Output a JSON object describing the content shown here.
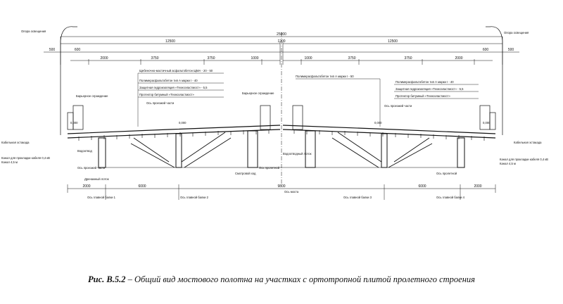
{
  "caption": {
    "number": "Рис. В.5.2",
    "text": " – Общий вид мостового полотна на участках с ортотропной плитой пролетного строения"
  },
  "dimensions": {
    "overall": "25000",
    "half_left": "12500",
    "half_right": "12500",
    "median": "1200",
    "left_edge": "500",
    "right_edge": "500",
    "left_sub": "600",
    "right_sub": "600",
    "left_chain": [
      "2000",
      "3750",
      "3750",
      "1000"
    ],
    "right_chain": [
      "1000",
      "3750",
      "3750",
      "2000"
    ],
    "bottom_chain": [
      "2000",
      "6000",
      "9800",
      "6000",
      "2000"
    ]
  },
  "labels": {
    "lighting_left": "Опора освещения",
    "lighting_right": "Опора освещения",
    "barrier_left": "Барьерное ограждение",
    "barrier_center": "Барьерное ограждение",
    "layer1": "Щебеночно-мастичный асфальтобетон ЩМА - 20 - 50",
    "layer2": "Полимерасфальтобетон тип А марки I - 40",
    "layer3": "Защитная гидроизоляция «Техноэластмост» - 5,5",
    "layer4": "Протектор битумный «Техноэластмост»",
    "layer1_right": "Полимерасфальтобетон тип А марки I - 50",
    "layer2_right": "Полимерасфальтобетон тип А марки I - 40",
    "layer3_right": "Защитная гидроизоляция «Техноэластмост» - 5,5",
    "layer4_right": "Протектор битумный «Техноэластмост»",
    "axis_left": "Ось проезжей части",
    "axis_right": "Ось проезжей части",
    "mark_left": "0,000",
    "mark_center_l": "0,000",
    "mark_center_r": "0,000",
    "mark_right": "0,000",
    "side_left_1": "Кабельная эстакада",
    "side_left_2": "Канал для прокладки кабеля 0,4 кВ",
    "side_left_3": "Канал 4,5 м",
    "side_right_1": "Кабельная эстакада",
    "side_right_2": "Канал для прокладки кабеля 0,4 кВ",
    "side_right_3": "Канал 4,5 м",
    "drain_left": "Водоотвод",
    "drain_center": "Водоотводный лоток",
    "bottom_left": "Дренажный лоток",
    "girder_axis_1": "Ось главной балки 1",
    "girder_axis_2": "Ось главной балки 2",
    "girder_axis_3": "Ось главной балки 3",
    "girder_axis_4": "Ось главной балки 4",
    "bridge_axis": "Ось моста",
    "center_support": "Смотровой ход",
    "center_grid": "Ось пролетной",
    "lower_left": "Ось проезжей части",
    "lower_right": "Ось пролетной"
  },
  "colors": {
    "ink": "#111111",
    "bg": "#ffffff"
  }
}
